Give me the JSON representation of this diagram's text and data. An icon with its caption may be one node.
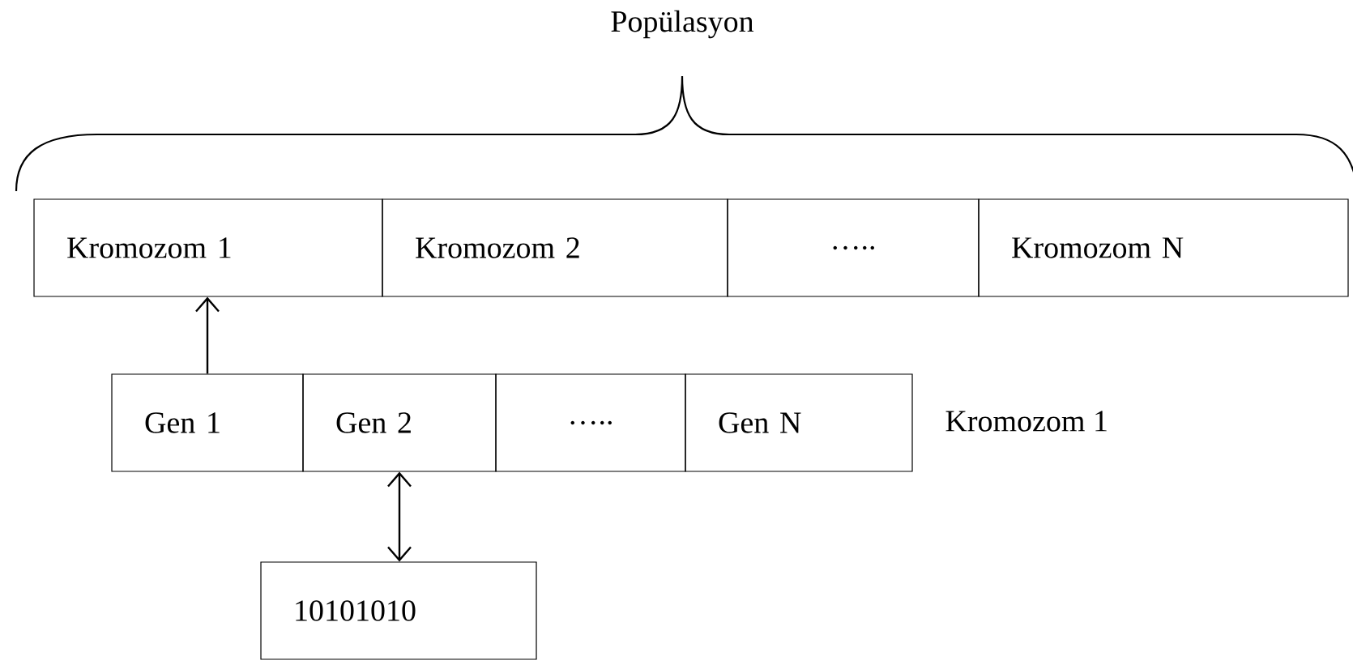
{
  "diagram": {
    "title": "Popülasyon",
    "nodes": [
      {
        "text": [
          "Kromozom 1"
        ]
      },
      {
        "text": [
          "Kromozom 2"
        ]
      },
      {
        "text": [
          "….."
        ]
      },
      {
        "text": [
          "Kromozom N"
        ]
      },
      {
        "text": [
          "Gen 1"
        ]
      },
      {
        "text": [
          "Gen 2"
        ]
      },
      {
        "text": [
          "….."
        ]
      },
      {
        "text": [
          "Gen N"
        ]
      },
      {
        "text": [
          "10101010"
        ]
      }
    ],
    "edges": [
      {
        "from": 4,
        "to": 0,
        "arrow": "to"
      },
      {
        "from": 5,
        "to": 8,
        "arrow": "both"
      }
    ],
    "labels": [
      "Kromozom 1"
    ]
  }
}
